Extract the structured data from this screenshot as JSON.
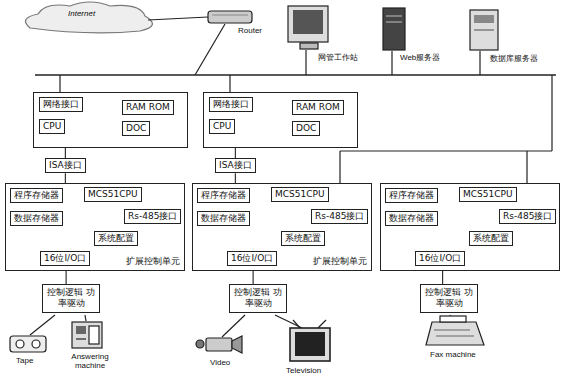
{
  "diagram": {
    "nodes": [
      {
        "text": []
      },
      {
        "text": [
          "网络接口"
        ],
        "in": 0
      },
      {
        "text": [
          "RAM ROM"
        ],
        "in": 0
      },
      {
        "text": [
          "CPU"
        ],
        "in": 0
      },
      {
        "text": [
          "DOC"
        ],
        "in": 0
      },
      {
        "text": [
          "ISA接口"
        ]
      },
      {
        "text": [
          "扩展控制单元"
        ]
      },
      {
        "text": [
          "程序存储器"
        ],
        "in": 6
      },
      {
        "text": [
          "数据存储器"
        ],
        "in": 6
      },
      {
        "text": [
          "MCS51CPU"
        ],
        "in": 6
      },
      {
        "text": [
          "Rs-485接口"
        ],
        "in": 6
      },
      {
        "text": [
          "系统配置"
        ],
        "in": 6
      },
      {
        "text": [
          "16位I/O口"
        ],
        "in": 6
      },
      {
        "text": [
          "控制逻辑 功率驱动"
        ]
      },
      {
        "text": []
      },
      {
        "text": [
          "网络接口"
        ],
        "in": 14
      },
      {
        "text": [
          "RAM ROM"
        ],
        "in": 14
      },
      {
        "text": [
          "CPU"
        ],
        "in": 14
      },
      {
        "text": [
          "DOC"
        ],
        "in": 14
      },
      {
        "text": [
          "ISA接口"
        ]
      },
      {
        "text": [
          "扩展控制单元"
        ]
      },
      {
        "text": [
          "程序存储器"
        ],
        "in": 20
      },
      {
        "text": [
          "数据存储器"
        ],
        "in": 20
      },
      {
        "text": [
          "MCS51CPU"
        ],
        "in": 20
      },
      {
        "text": [
          "Rs-485接口"
        ],
        "in": 20
      },
      {
        "text": [
          "系统配置"
        ],
        "in": 20
      },
      {
        "text": [
          "16位I/O口"
        ],
        "in": 20
      },
      {
        "text": [
          "控制逻辑 功率驱动"
        ]
      },
      {
        "text": []
      },
      {
        "text": [
          "程序存储器"
        ],
        "in": 28
      },
      {
        "text": [
          "数据存储器"
        ],
        "in": 28
      },
      {
        "text": [
          "MCS51CPU"
        ],
        "in": 28
      },
      {
        "text": [
          "Rs-485接口"
        ],
        "in": 28
      },
      {
        "text": [
          "系统配置"
        ],
        "in": 28
      },
      {
        "text": [
          "16位I/O口"
        ],
        "in": 28
      },
      {
        "text": [
          "控制逻辑 功率驱动"
        ]
      }
    ],
    "edges": [
      {
        "from": 0,
        "to": 5,
        "arrow": "none"
      },
      {
        "from": 5,
        "to": 6,
        "arrow": "none"
      },
      {
        "from": 7,
        "to": 9,
        "arrow": "to"
      },
      {
        "from": 8,
        "to": 9,
        "arrow": "to"
      },
      {
        "from": 9,
        "to": 10,
        "arrow": "to"
      },
      {
        "from": 12,
        "to": 13,
        "arrow": "none"
      },
      {
        "from": 14,
        "to": 19,
        "arrow": "none"
      },
      {
        "from": 19,
        "to": 20,
        "arrow": "none"
      },
      {
        "from": 21,
        "to": 23,
        "arrow": "to"
      },
      {
        "from": 22,
        "to": 23,
        "arrow": "to"
      },
      {
        "from": 23,
        "to": 24,
        "arrow": "to"
      },
      {
        "from": 26,
        "to": 27,
        "arrow": "none"
      },
      {
        "from": 29,
        "to": 31,
        "arrow": "to"
      },
      {
        "from": 30,
        "to": 31,
        "arrow": "to"
      },
      {
        "from": 31,
        "to": 32,
        "arrow": "to"
      },
      {
        "from": 34,
        "to": 35,
        "arrow": "none"
      }
    ],
    "labels": [
      "Internet",
      "Router",
      "网管工作站",
      "Web服务器",
      "数据库服务器",
      "Tape",
      "Answering machine",
      "Video",
      "Television",
      "Fax machine"
    ]
  }
}
